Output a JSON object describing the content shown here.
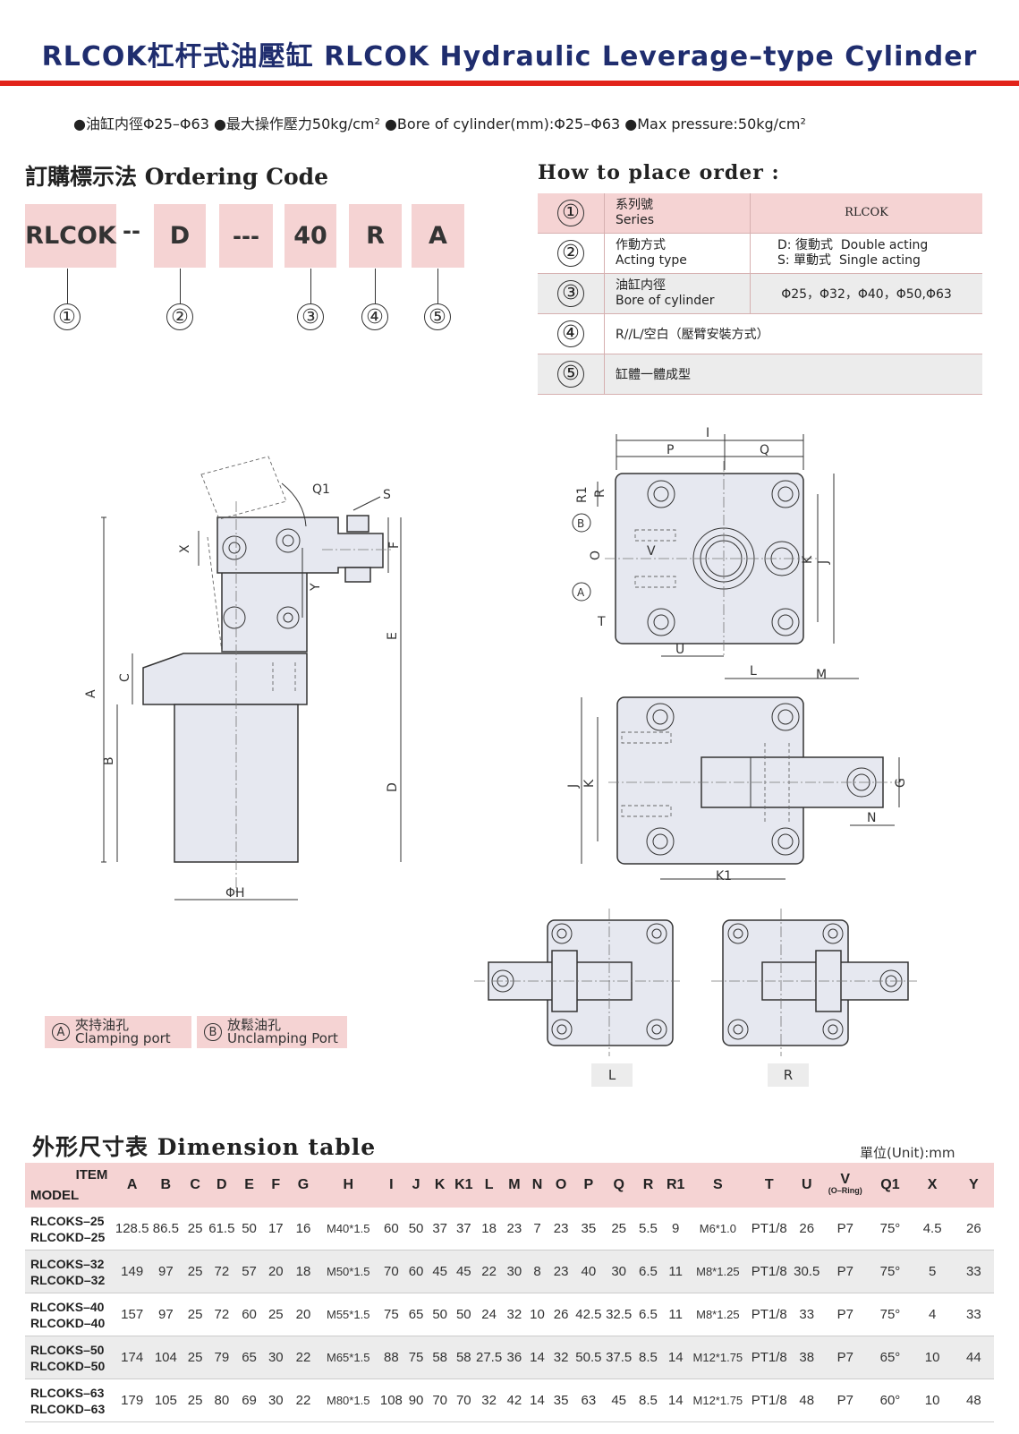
{
  "header": {
    "title": "RLCOK杠杆式油壓缸 RLCOK Hydraulic Leverage–type Cylinder",
    "specs": "●油缸内徑Φ25–Φ63 ●最大操作壓力50kg/cm² ●Bore of cylinder(mm):Φ25–Φ63 ●Max pressure:50kg/cm²"
  },
  "ordering_code": {
    "title": "訂購標示法 Ordering Code",
    "codes": [
      "RLCOK",
      "D",
      "40",
      "R",
      "A"
    ],
    "separators": [
      "--",
      "---"
    ],
    "numbers": [
      "①",
      "②",
      "③",
      "④",
      "⑤"
    ]
  },
  "how_to_order": {
    "title": "How to place order :",
    "rows": [
      {
        "num": "①",
        "label_cn": "系列號",
        "label_en": "Series",
        "value": "RLCOK"
      },
      {
        "num": "②",
        "label_cn": "作動方式",
        "label_en": "Acting type",
        "value": "D: 復動式  Double acting",
        "value2": "S: 單動式  Single acting"
      },
      {
        "num": "③",
        "label_cn": "油缸内徑",
        "label_en": "Bore of cylinder",
        "value": "Φ25，Φ32，Φ40，Φ50,Φ63"
      },
      {
        "num": "④",
        "label": "R//L/空白（壓臂安裝方式）"
      },
      {
        "num": "⑤",
        "label": "缸體一體成型"
      }
    ]
  },
  "drawing_labels": {
    "side": [
      "Q1",
      "S",
      "X",
      "F",
      "Y",
      "E",
      "A",
      "C",
      "B",
      "D",
      "ΦH"
    ],
    "top": [
      "I",
      "P",
      "Q",
      "R1",
      "R",
      "B",
      "V",
      "O",
      "K",
      "J",
      "A",
      "T",
      "U"
    ],
    "plan": [
      "L",
      "M",
      "J",
      "K",
      "G",
      "N",
      "K1"
    ],
    "views": [
      "L",
      "R"
    ]
  },
  "legend": [
    {
      "mark": "A",
      "cn": "夾持油孔",
      "en": "Clamping port"
    },
    {
      "mark": "B",
      "cn": "放鬆油孔",
      "en": "Unclamping Port"
    }
  ],
  "dimension": {
    "title": "外形尺寸表 Dimension table",
    "unit": "單位(Unit):mm",
    "item_label": "ITEM",
    "model_label": "MODEL",
    "columns": [
      "A",
      "B",
      "C",
      "D",
      "E",
      "F",
      "G",
      "H",
      "I",
      "J",
      "K",
      "K1",
      "L",
      "M",
      "N",
      "O",
      "P",
      "Q",
      "R",
      "R1",
      "S",
      "T",
      "U",
      "V",
      "Q1",
      "X",
      "Y"
    ],
    "v_sub": "(O–Ring)",
    "rows": [
      {
        "model": [
          "RLCOKS–25",
          "RLCOKD–25"
        ],
        "values": [
          "128.5",
          "86.5",
          "25",
          "61.5",
          "50",
          "17",
          "16",
          "M40*1.5",
          "60",
          "50",
          "37",
          "37",
          "18",
          "23",
          "7",
          "23",
          "35",
          "25",
          "5.5",
          "9",
          "M6*1.0",
          "PT1/8",
          "26",
          "P7",
          "75°",
          "4.5",
          "26"
        ]
      },
      {
        "model": [
          "RLCOKS–32",
          "RLCOKD–32"
        ],
        "values": [
          "149",
          "97",
          "25",
          "72",
          "57",
          "20",
          "18",
          "M50*1.5",
          "70",
          "60",
          "45",
          "45",
          "22",
          "30",
          "8",
          "23",
          "40",
          "30",
          "6.5",
          "11",
          "M8*1.25",
          "PT1/8",
          "30.5",
          "P7",
          "75°",
          "5",
          "33"
        ]
      },
      {
        "model": [
          "RLCOKS–40",
          "RLCOKD–40"
        ],
        "values": [
          "157",
          "97",
          "25",
          "72",
          "60",
          "25",
          "20",
          "M55*1.5",
          "75",
          "65",
          "50",
          "50",
          "24",
          "32",
          "10",
          "26",
          "42.5",
          "32.5",
          "6.5",
          "11",
          "M8*1.25",
          "PT1/8",
          "33",
          "P7",
          "75°",
          "4",
          "33"
        ]
      },
      {
        "model": [
          "RLCOKS–50",
          "RLCOKD–50"
        ],
        "values": [
          "174",
          "104",
          "25",
          "79",
          "65",
          "30",
          "22",
          "M65*1.5",
          "88",
          "75",
          "58",
          "58",
          "27.5",
          "36",
          "14",
          "32",
          "50.5",
          "37.5",
          "8.5",
          "14",
          "M12*1.75",
          "PT1/8",
          "38",
          "P7",
          "65°",
          "10",
          "44"
        ]
      },
      {
        "model": [
          "RLCOKS–63",
          "RLCOKD–63"
        ],
        "values": [
          "179",
          "105",
          "25",
          "80",
          "69",
          "30",
          "22",
          "M80*1.5",
          "108",
          "90",
          "70",
          "70",
          "32",
          "42",
          "14",
          "35",
          "63",
          "45",
          "8.5",
          "14",
          "M12*1.75",
          "PT1/8",
          "48",
          "P7",
          "60°",
          "10",
          "48"
        ]
      }
    ]
  },
  "colors": {
    "accent_red": "#e2231a",
    "title_blue": "#1f2d6e",
    "pink": "#f5d3d3",
    "gray": "#ececec"
  }
}
